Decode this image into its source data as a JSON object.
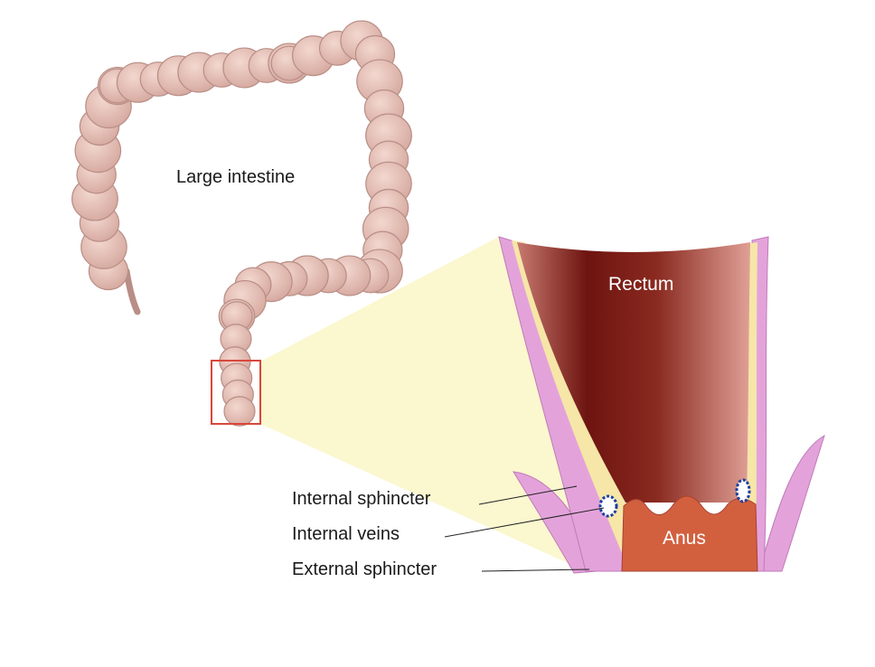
{
  "labels": {
    "large_intestine": "Large intestine",
    "rectum": "Rectum",
    "anus": "Anus",
    "internal_sphincter": "Internal sphincter",
    "internal_veins": "Internal veins",
    "external_sphincter": "External sphincter"
  },
  "colors": {
    "intestine": "#e6c1b8",
    "intestine_outline": "#b98e86",
    "highlight_box": "#d9463c",
    "zoom_cone": "#fbf7cf",
    "rectum_dark": "#6e1410",
    "rectum_light": "#d98a7e",
    "anus": "#d2603f",
    "sphincter": "#e3a3da",
    "mucosa": "#f6e6a8",
    "veins": "#1c3fa0"
  }
}
